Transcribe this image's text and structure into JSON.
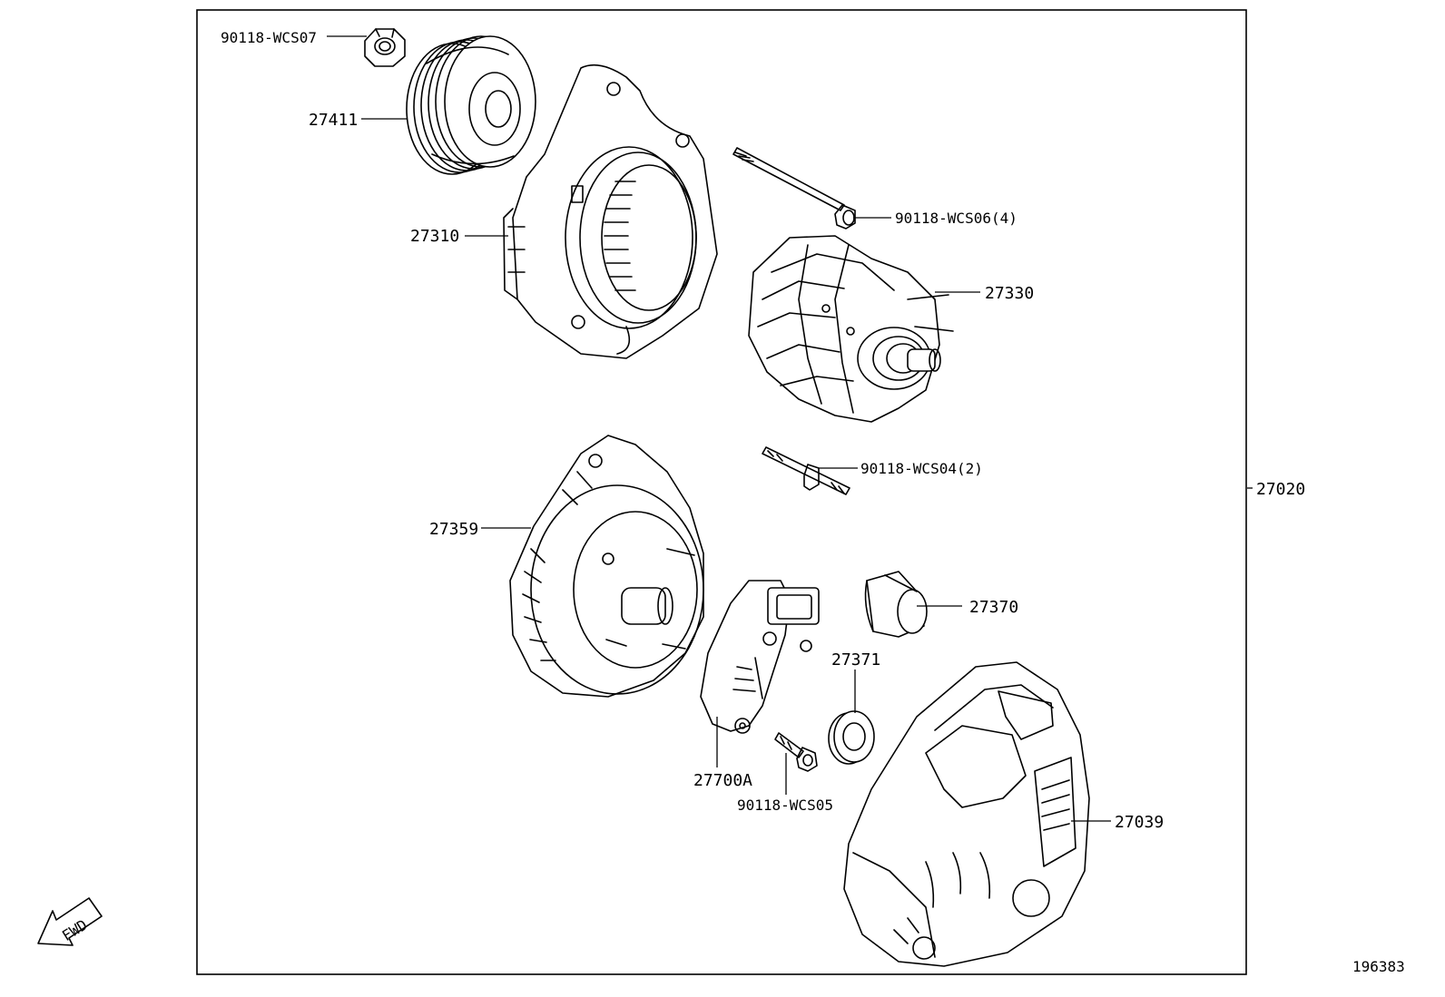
{
  "diagram": {
    "reference_id": "196383",
    "assembly_label": "27020",
    "direction_label": "FWD",
    "parts": [
      {
        "id": "nut",
        "label": "90118-WCS07"
      },
      {
        "id": "pulley",
        "label": "27411"
      },
      {
        "id": "drive_end_frame",
        "label": "27310"
      },
      {
        "id": "through_bolt",
        "label": "90118-WCS06(4)"
      },
      {
        "id": "rotor",
        "label": "27330"
      },
      {
        "id": "stud_bolt",
        "label": "90118-WCS04(2)"
      },
      {
        "id": "rectifier_end_frame",
        "label": "27359"
      },
      {
        "id": "brush_holder",
        "label": "27370"
      },
      {
        "id": "seal_ring",
        "label": "27371"
      },
      {
        "id": "regulator",
        "label": "27700A"
      },
      {
        "id": "screw",
        "label": "90118-WCS05"
      },
      {
        "id": "rear_cover",
        "label": "27039"
      }
    ]
  }
}
